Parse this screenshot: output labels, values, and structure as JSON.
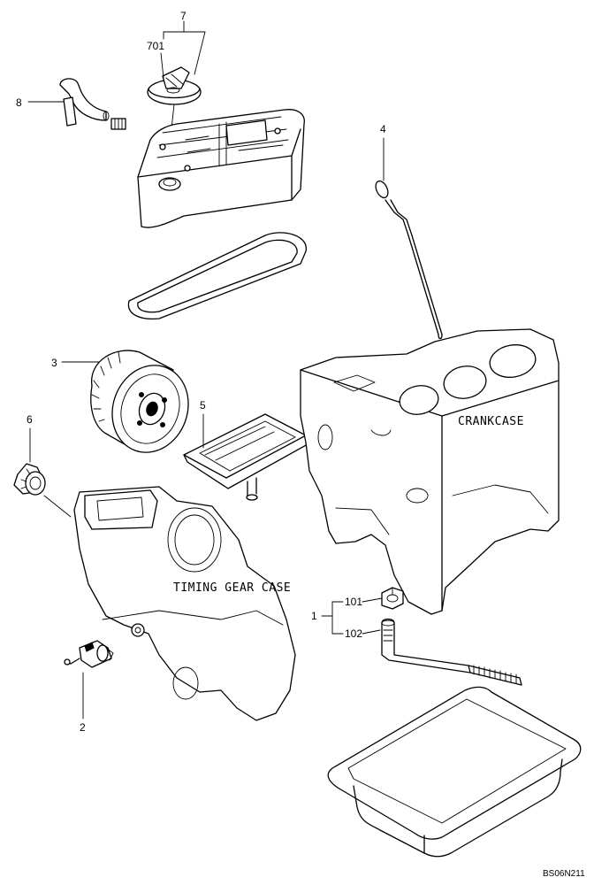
{
  "diagram": {
    "callouts": {
      "c1": "1",
      "c101": "101",
      "c102": "102",
      "c2": "2",
      "c3": "3",
      "c4": "4",
      "c5": "5",
      "c6": "6",
      "c7": "7",
      "c701": "701",
      "c8": "8"
    },
    "labels": {
      "crankcase": "CRANKCASE",
      "timing_gear_case": "TIMING GEAR CASE"
    },
    "figure_code": "BS06N211"
  }
}
